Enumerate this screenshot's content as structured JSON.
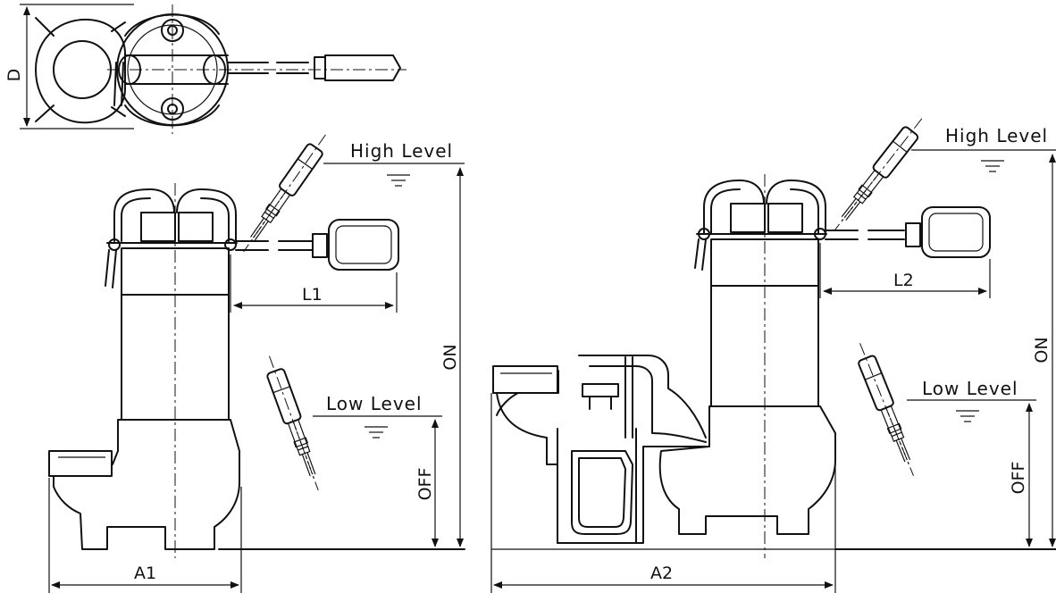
{
  "labels": {
    "d": "D",
    "high_level_left": "High  Level",
    "high_level_right": "High  Level",
    "low_level_left": "Low  Level",
    "low_level_right": "Low  Level",
    "l1": "L1",
    "l2": "L2",
    "on_left": "ON",
    "on_right": "ON",
    "off_left": "OFF",
    "off_right": "OFF",
    "a1": "A1",
    "a2": "A2"
  }
}
